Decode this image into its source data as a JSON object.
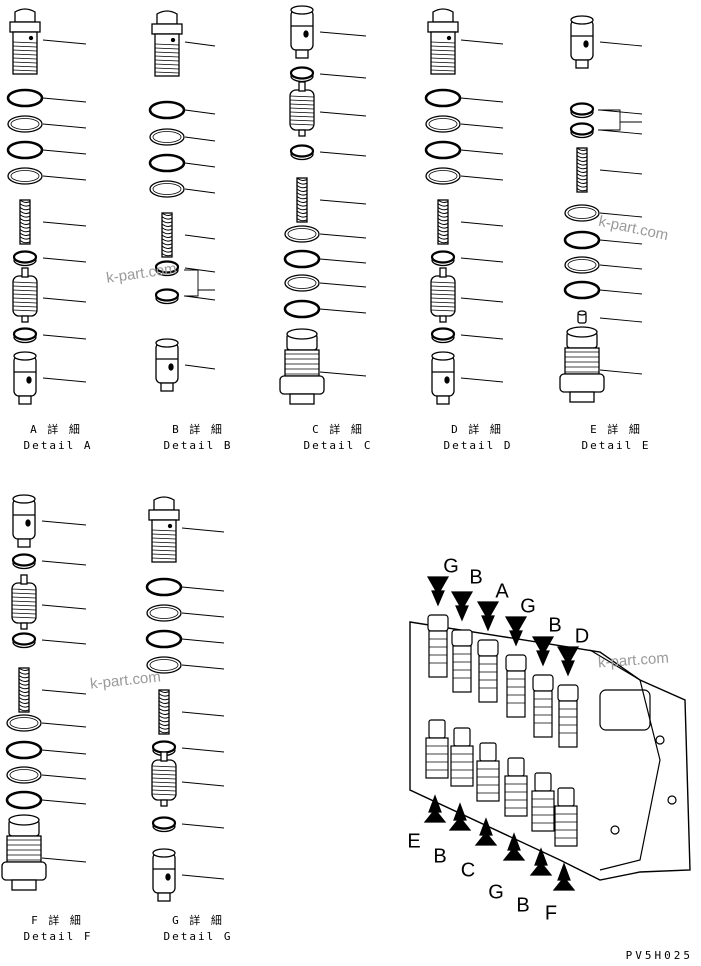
{
  "details": [
    {
      "id": "A",
      "caption_jp": "A 詳 細",
      "caption_en": "Detail A",
      "parts": [
        "plug",
        "o-ring",
        "backup-ring",
        "o-ring",
        "backup-ring",
        "spring",
        "seal",
        "poppet",
        "seal",
        "valve"
      ]
    },
    {
      "id": "B",
      "caption_jp": "B 詳 細",
      "caption_en": "Detail B",
      "parts": [
        "plug",
        "o-ring",
        "backup-ring",
        "o-ring",
        "backup-ring",
        "spring",
        "seal",
        "seal",
        "valve"
      ]
    },
    {
      "id": "C",
      "caption_jp": "C 詳 細",
      "caption_en": "Detail C",
      "parts": [
        "valve",
        "seal",
        "poppet",
        "seal",
        "spring",
        "backup-ring",
        "o-ring",
        "backup-ring",
        "o-ring",
        "body"
      ]
    },
    {
      "id": "D",
      "caption_jp": "D 詳 細",
      "caption_en": "Detail D",
      "parts": [
        "plug",
        "o-ring",
        "backup-ring",
        "o-ring",
        "backup-ring",
        "spring",
        "seal",
        "poppet",
        "seal",
        "valve"
      ]
    },
    {
      "id": "E",
      "caption_jp": "E 詳 細",
      "caption_en": "Detail E",
      "parts": [
        "valve",
        "seal",
        "seal",
        "spring",
        "backup-ring",
        "o-ring",
        "backup-ring",
        "o-ring",
        "pin",
        "body"
      ]
    },
    {
      "id": "F",
      "caption_jp": "F 詳 細",
      "caption_en": "Detail F",
      "parts": [
        "valve",
        "seal",
        "poppet",
        "seal",
        "spring",
        "backup-ring",
        "o-ring",
        "backup-ring",
        "o-ring",
        "body"
      ]
    },
    {
      "id": "G",
      "caption_jp": "G 詳 細",
      "caption_en": "Detail G",
      "parts": [
        "plug",
        "o-ring",
        "backup-ring",
        "o-ring",
        "backup-ring",
        "spring",
        "seal",
        "poppet",
        "seal",
        "valve"
      ]
    }
  ],
  "overview": {
    "top_labels": [
      "G",
      "B",
      "A",
      "G",
      "B",
      "D"
    ],
    "bottom_labels": [
      "E",
      "B",
      "C",
      "G",
      "B",
      "F"
    ]
  },
  "watermarks": [
    "k-part.com",
    "k-part.com",
    "k-part.com"
  ],
  "drawing_code": "PV5H025",
  "line_color": "#000000",
  "watermark_color": "#9a9a9a"
}
